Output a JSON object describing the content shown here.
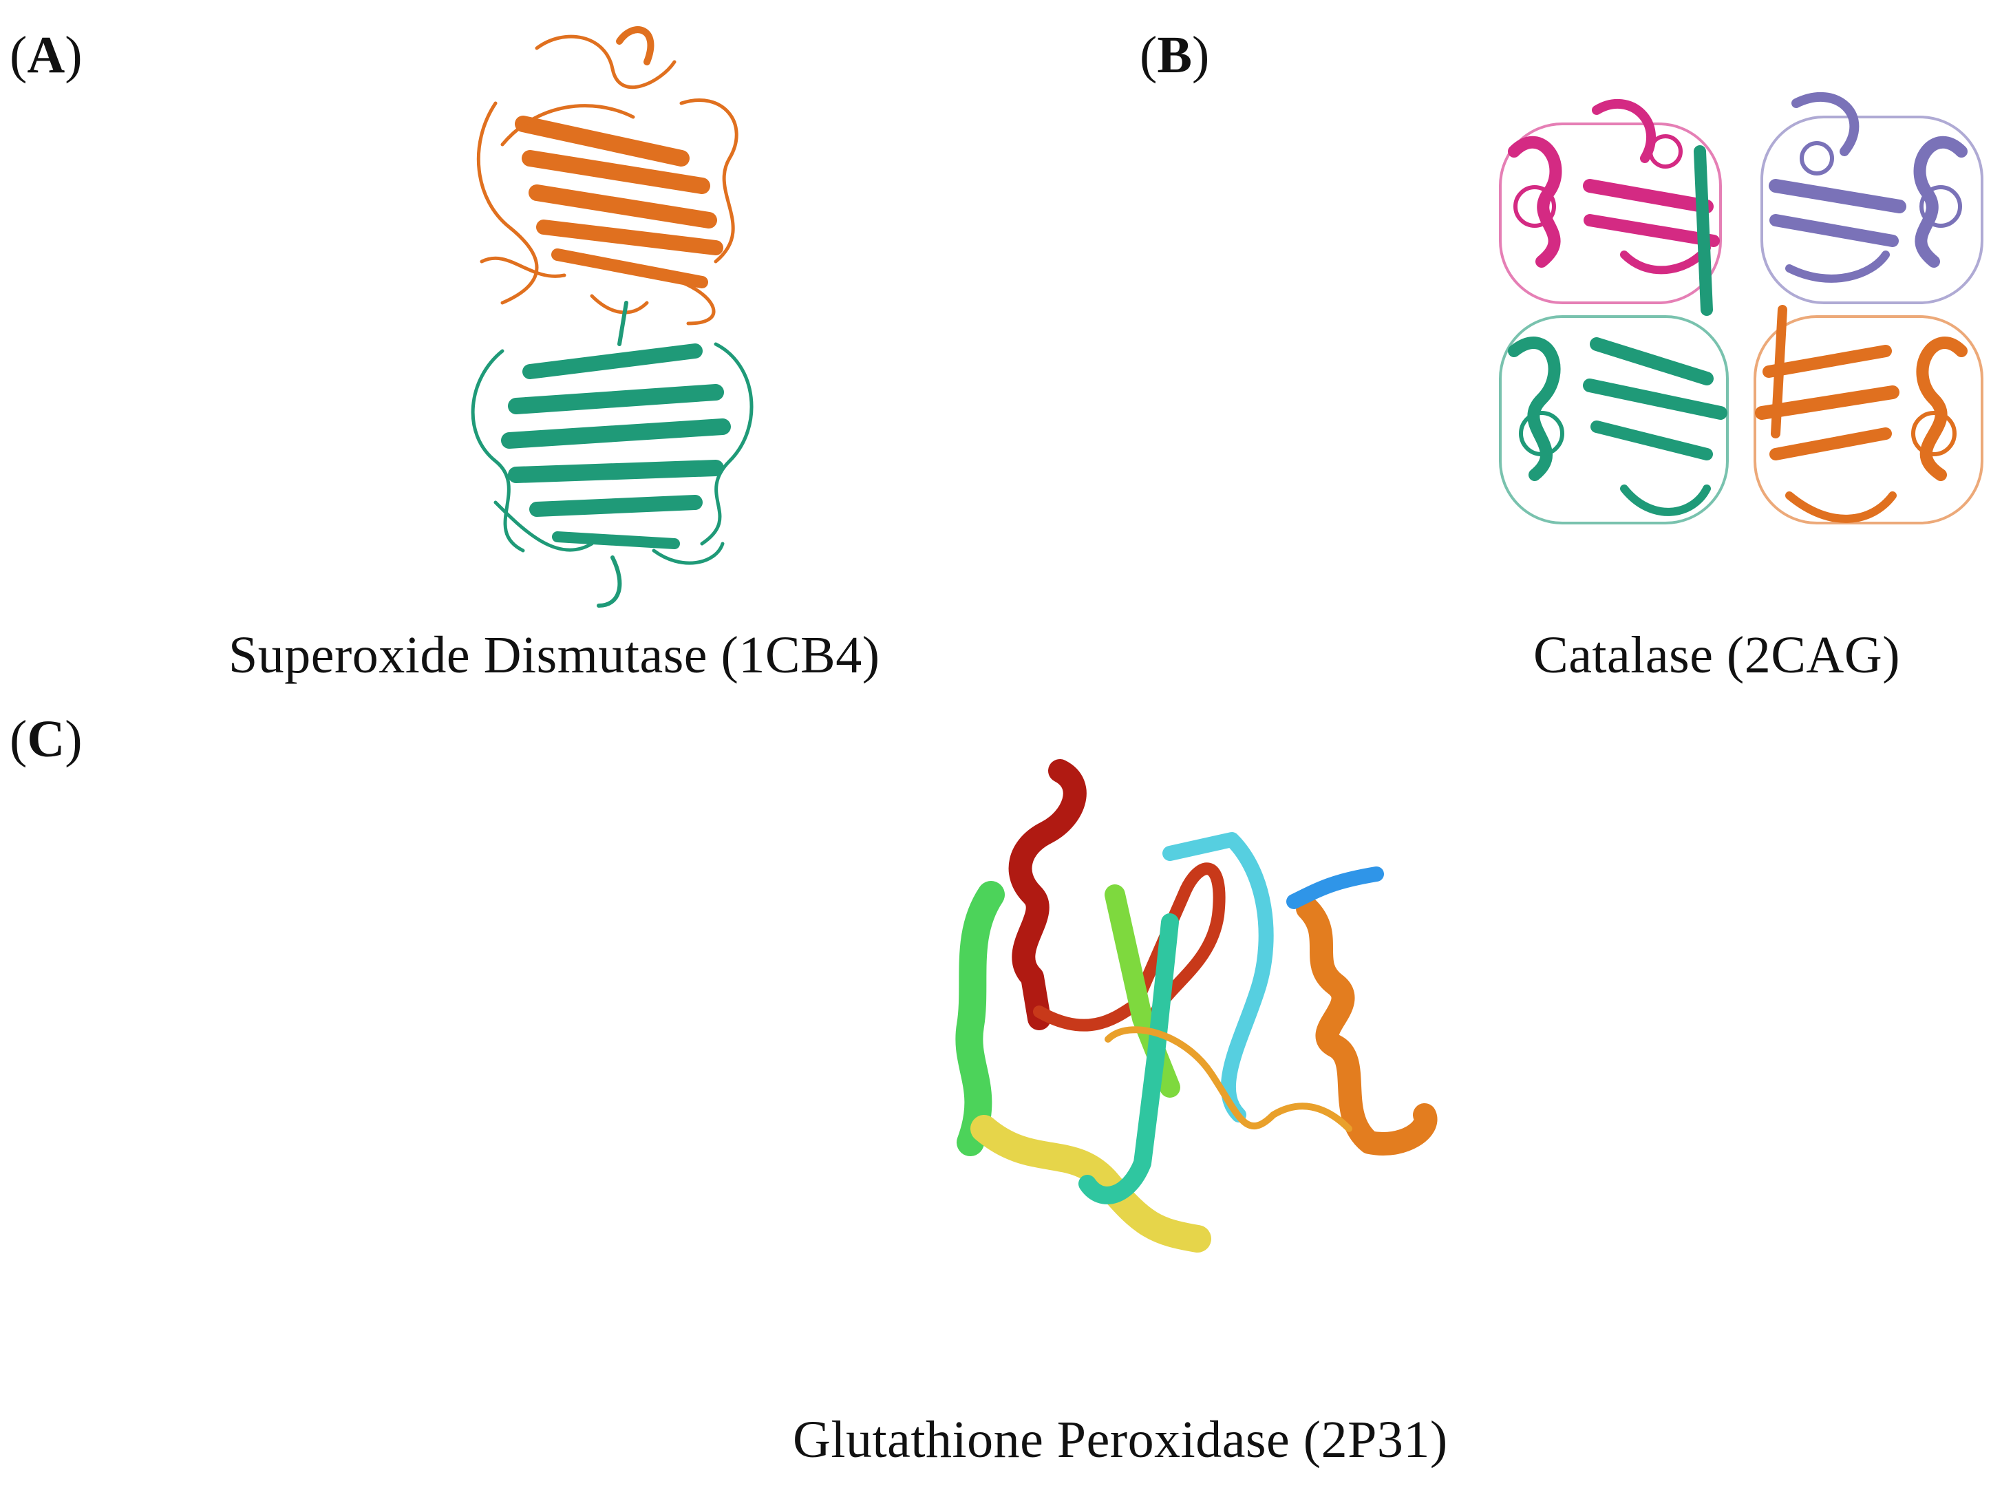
{
  "panels": [
    {
      "label_open": "(",
      "label_letter": "A",
      "label_close": ")",
      "caption": "Superoxide Dismutase (1CB4)",
      "colors": [
        "#e0701f",
        "#1f9a78"
      ]
    },
    {
      "label_open": "(",
      "label_letter": "B",
      "label_close": ")",
      "caption": "Catalase (2CAG)",
      "colors": [
        "#d42a83",
        "#7a72b8",
        "#1f9a78",
        "#e0701f"
      ]
    },
    {
      "label_open": "(",
      "label_letter": "C",
      "label_close": ")",
      "caption": "Glutathione Peroxidase (2P31)",
      "colors": [
        "#b01a12",
        "#4cd35a",
        "#56cfe0",
        "#e37d1f",
        "#e6d54a",
        "#2f95e8"
      ]
    }
  ]
}
